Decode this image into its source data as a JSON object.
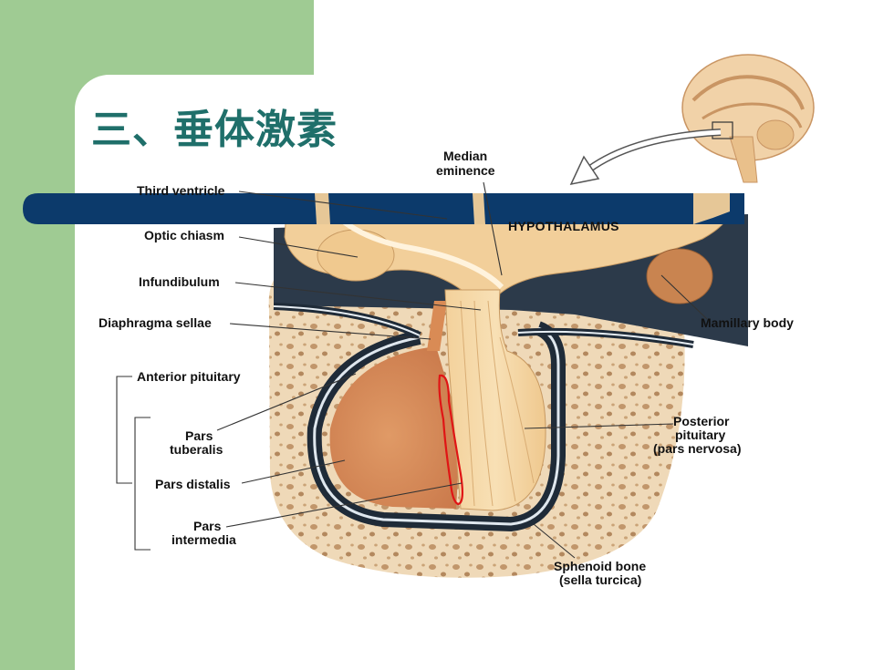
{
  "slide": {
    "title": "三、垂体激素",
    "accent_bar_color": "#0c3a6b",
    "side_band_color": "#9fcb93",
    "title_color": "#1f6f6a"
  },
  "diagram": {
    "labels": {
      "median_eminence_1": "Median",
      "median_eminence_2": "eminence",
      "hypothalamus": "HYPOTHALAMUS",
      "third_ventricle": "Third ventricle",
      "optic_chiasm": "Optic chiasm",
      "infundibulum": "Infundibulum",
      "diaphragma_sellae": "Diaphragma sellae",
      "mamillary_body": "Mamillary body",
      "anterior_pituitary": "Anterior pituitary",
      "pars_tuberalis_1": "Pars",
      "pars_tuberalis_2": "tuberalis",
      "pars_distalis": "Pars distalis",
      "pars_intermedia_1": "Pars",
      "pars_intermedia_2": "intermedia",
      "posterior_pituitary_1": "Posterior",
      "posterior_pituitary_2": "pituitary",
      "posterior_pituitary_3": "(pars nervosa)",
      "sphenoid_bone_1": "Sphenoid bone",
      "sphenoid_bone_2": "(sella turcica)"
    },
    "colors": {
      "brain_tissue": "#f2cf9a",
      "anterior_lobe": "#d98b55",
      "posterior_lobe": "#f5d6a4",
      "bone": "#efd9b8",
      "bone_pores": "#b98a5d",
      "dura": "#2c3a4a",
      "highlight_outline": "#e01515"
    }
  }
}
